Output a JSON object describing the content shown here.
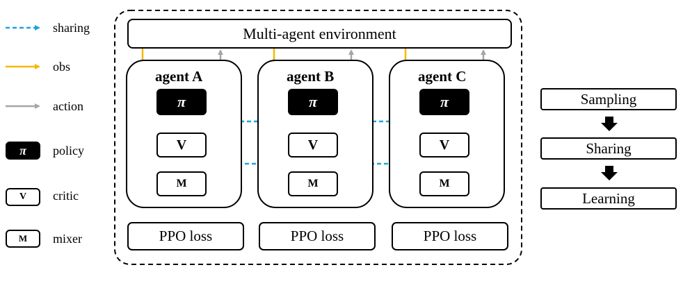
{
  "legend": {
    "sharing": "sharing",
    "obs": "obs",
    "action": "action",
    "policy_symbol": "π",
    "policy": "policy",
    "critic_symbol": "V",
    "critic": "critic",
    "mixer_symbol": "M",
    "mixer": "mixer"
  },
  "environment": {
    "label": "Multi-agent environment"
  },
  "agents": [
    {
      "title": "agent A",
      "policy": "π",
      "critic": "V",
      "mixer": "M",
      "loss": "PPO loss"
    },
    {
      "title": "agent B",
      "policy": "π",
      "critic": "V",
      "mixer": "M",
      "loss": "PPO loss"
    },
    {
      "title": "agent C",
      "policy": "π",
      "critic": "V",
      "mixer": "M",
      "loss": "PPO loss"
    }
  ],
  "pipeline": {
    "steps": [
      "Sampling",
      "Sharing",
      "Learning"
    ]
  },
  "colors": {
    "sharing": "#1aa3e0",
    "obs": "#f5b800",
    "action": "#a6a6a6"
  }
}
